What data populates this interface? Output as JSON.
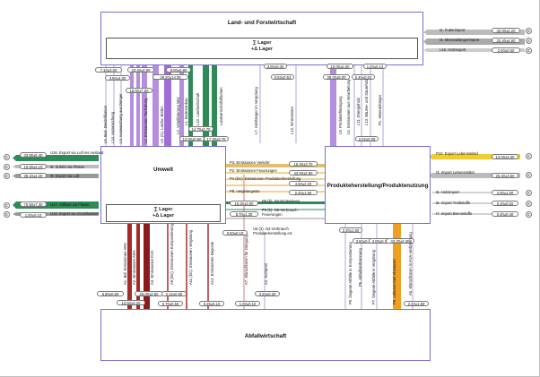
{
  "nodes": {
    "land": "Land- und Forstwirtschaft",
    "umwelt": "Umwelt",
    "produkte": "Produkteherstellung/Produktenutzung",
    "abfall": "Abfallwirtschaft"
  },
  "lager": {
    "top": [
      "∑ Lager",
      "+Δ Lager"
    ],
    "umwelt": [
      "∑ Lager",
      "+Δ Lager"
    ]
  },
  "imports_right_top": [
    {
      "label": "I2. Futterimport",
      "value": "32.00±2.20",
      "marker": "E"
    },
    {
      "label": "I4. Mineraldüngerimport",
      "value": "32.40±4.80",
      "marker": "E"
    },
    {
      "label": "L16. Holzexport",
      "value": "2.00±0.60",
      "marker": "E"
    }
  ],
  "umwelt_left": [
    {
      "label": "U16. Export via Luft ins Ausland",
      "value": "33.80±5.40",
      "marker": "E"
    },
    {
      "label": "I8. Zufuhr via Flüsse",
      "value": "10.00±2.10",
      "marker": "E"
    },
    {
      "label": "I9. Import via Luft",
      "value": "38.10±4.40",
      "marker": "E"
    },
    {
      "label": "U17. Abfluss via Flüsse",
      "value": "70.50±7.30",
      "marker": "E"
    },
    {
      "label": "U18. Export via Grundwasser",
      "value": "1.00±0.10",
      "marker": "E"
    }
  ],
  "produkte_right": [
    {
      "label": "P10. Export Lebensmittel",
      "value": "13.00±3.30",
      "marker": "E"
    },
    {
      "label": "I3. Import Lebensmittel",
      "value": "25.40±3.50",
      "marker": "E"
    },
    {
      "label": "I5. Holzimport",
      "value": "2.00±1.00",
      "marker": "E"
    },
    {
      "label": "I6. Import Treibstoffe",
      "value": "0.10±0.02",
      "marker": "E"
    },
    {
      "label": "I7. Import Brennstoffe",
      "value": "0.40±0.40",
      "marker": "E"
    }
  ],
  "land_flows": [
    {
      "label": "L5. Bod. Denitrifikation",
      "value": "7.10±3.00"
    },
    {
      "label": "L14. Auswaschung",
      "value": "3.50±4.00"
    },
    {
      "label": "L3. Auswaschung aus Dünger",
      "value": "18.00±7.50"
    },
    {
      "label": "L4. Emissionen Tierhaltung",
      "value": "43.40±4.90"
    },
    {
      "label": "L8. (N). Landw. Böden",
      "value": "39.20±14.00"
    },
    {
      "label": "L2. Volatilisierung Mist",
      "value": "8.00±0.80"
    },
    {
      "label": "L1. Bodenanbau",
      "value": "12.00±0.50"
    },
    {
      "label": "L10. Landwirtschaft",
      "value": "14.70±2.70"
    },
    {
      "label": "Landwirtschaftsflächen",
      "value": "17.30±2.70"
    },
    {
      "label": "L7. Holzlänger im Vergütung",
      "value": "3.00±0.00"
    },
    {
      "label": "L12. Emissionen",
      "value": "0.53±0.53"
    },
    {
      "label": "L9. Produkteflüssigung",
      "value": "10.00±2.00"
    },
    {
      "label": "L6. Emissionen aus Verarbeitung",
      "value": "39.00±5.00"
    },
    {
      "label": "L11. Energieholz",
      "value": "0.40±0.04"
    },
    {
      "label": "L13. Bäume- und Säureholz",
      "value": "1.20±0.12"
    },
    {
      "label": "P1. Mineraldünger",
      "value": "2.02±0.08"
    }
  ],
  "middle_flows": [
    {
      "label": "P3. Emissionen Verkehr",
      "value": "16.40±3.70"
    },
    {
      "label": "P2. Emissionen Feuerungen",
      "value": "43.00±2.80"
    },
    {
      "label": "P4 (b/c). Emissionen Produktenherstellung",
      "value": "4.50±2.20"
    },
    {
      "label": "P8. umgelangeste",
      "value": "2.20±1.60"
    },
    {
      "label": "P5 (b). N2-Emissionen",
      "value": "15.20±3.00"
    },
    {
      "label": "P6 (b). N2-Verbrauch Feuerungen",
      "value": "8.70±1.30"
    },
    {
      "label": "U5 (3). N2-Verbrauch Produkteherstellung etc",
      "value": "0.50±0.10"
    }
  ],
  "abfall_flows": [
    {
      "label": "A1. Bdl. Emissionen ARA",
      "value": "6.80±0.60"
    },
    {
      "label": "A2. Emissionen ARA",
      "value": "12.50±4.20"
    },
    {
      "label": "A3. Emissionen KVA",
      "value": "26.00±2.60"
    },
    {
      "label": "A9 (b/c). Emissionen Kompostierung",
      "value": "2.12±0.60"
    },
    {
      "label": "A11 (b/c). Emissionen Vergärung",
      "value": "0.70±0.50"
    },
    {
      "label": "A14. Emissionen Deponie",
      "value": "0.25±0.10"
    },
    {
      "label": "A7. Klärschlamm für Düngung",
      "value": "1.00±0.10"
    },
    {
      "label": "A4. Kompost",
      "value": "3.20±0.20"
    },
    {
      "label": "P5. biogene Abfälle in Kompostierung",
      "value": "2.30±1.60"
    },
    {
      "label": "P6. Abfall/Verbrennung",
      "value": "3.50±0.70"
    },
    {
      "label": "P7. biogene Abfälle in Vergärung",
      "value": "3.00±0.70"
    },
    {
      "label": "P9. Lebensmittel-Abwasser",
      "value": "43.20±4.30"
    },
    {
      "label": "A6. Klärschlamm in KVA-Verbrennung",
      "value": "2.20±1.50"
    }
  ]
}
